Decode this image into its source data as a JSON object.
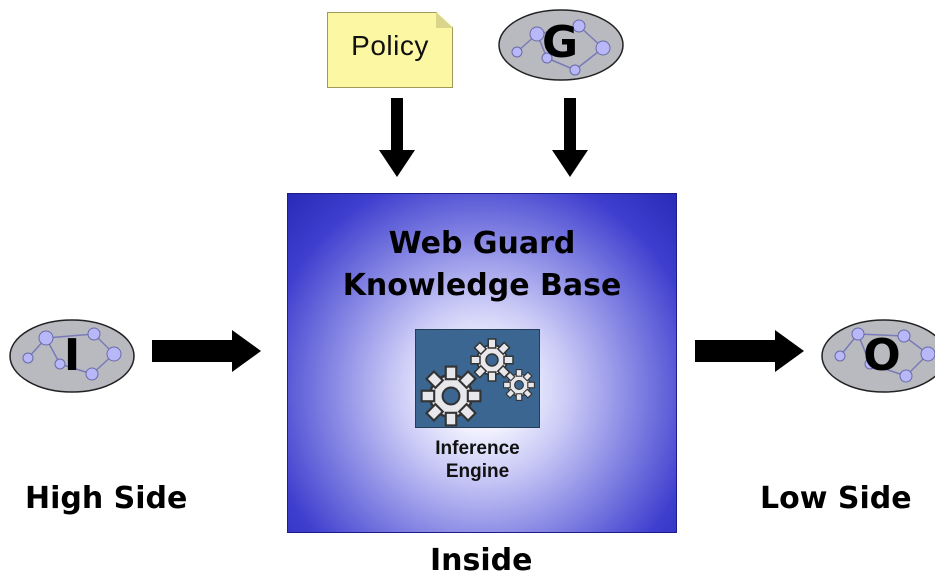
{
  "policy": {
    "label": "Policy"
  },
  "graph_g": {
    "letter": "G"
  },
  "graph_i": {
    "letter": "I"
  },
  "graph_o": {
    "letter": "O"
  },
  "knowledge_base": {
    "title_line1": "Web Guard",
    "title_line2": "Knowledge Base",
    "engine_line1": "Inference",
    "engine_line2": "Engine"
  },
  "labels": {
    "high_side": "High Side",
    "low_side": "Low Side",
    "inside": "Inside"
  },
  "colors": {
    "policy_fill": "#fbf7a3",
    "graph_fill": "#b8bac0",
    "node_fill": "#b8b8f8",
    "box_edge": "#2a2ab8",
    "engine_fill": "#3a6691",
    "arrow": "#000000"
  }
}
